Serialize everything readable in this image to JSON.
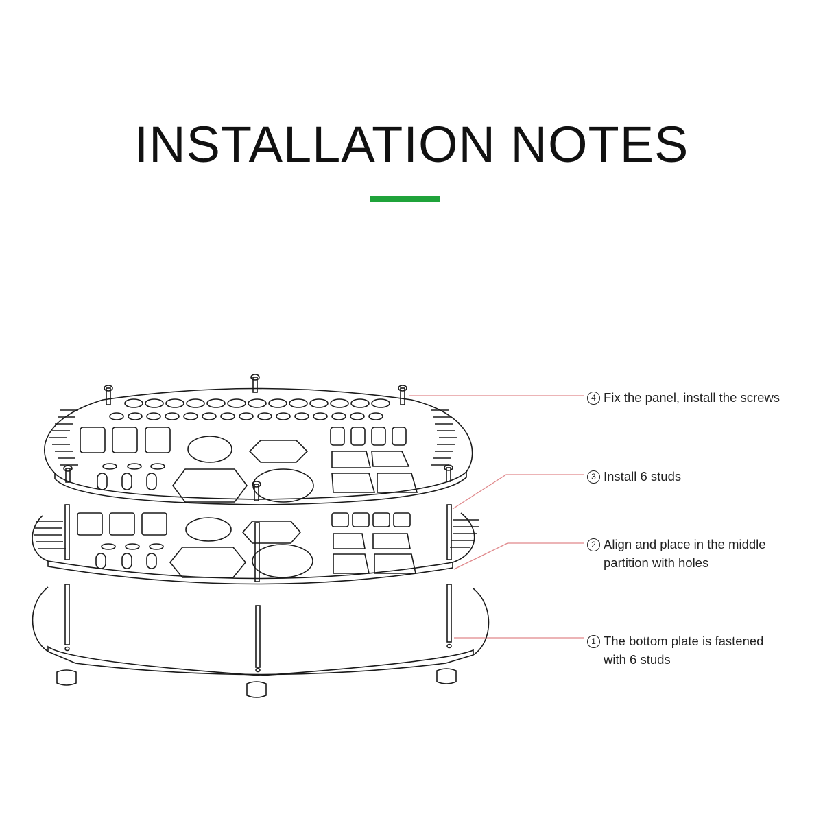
{
  "title": "INSTALLATION NOTES",
  "colors": {
    "accent": "#1fa33a",
    "leader": "#e0888b",
    "line": "#1a1a1a"
  },
  "steps": [
    {
      "number": "4",
      "text": "Fix the panel, install the screws"
    },
    {
      "number": "3",
      "text": "Install 6 studs"
    },
    {
      "number": "2",
      "text": "Align and place in the middle\npartition with holes"
    },
    {
      "number": "1",
      "text": "The bottom plate is fastened\nwith 6 studs"
    }
  ]
}
